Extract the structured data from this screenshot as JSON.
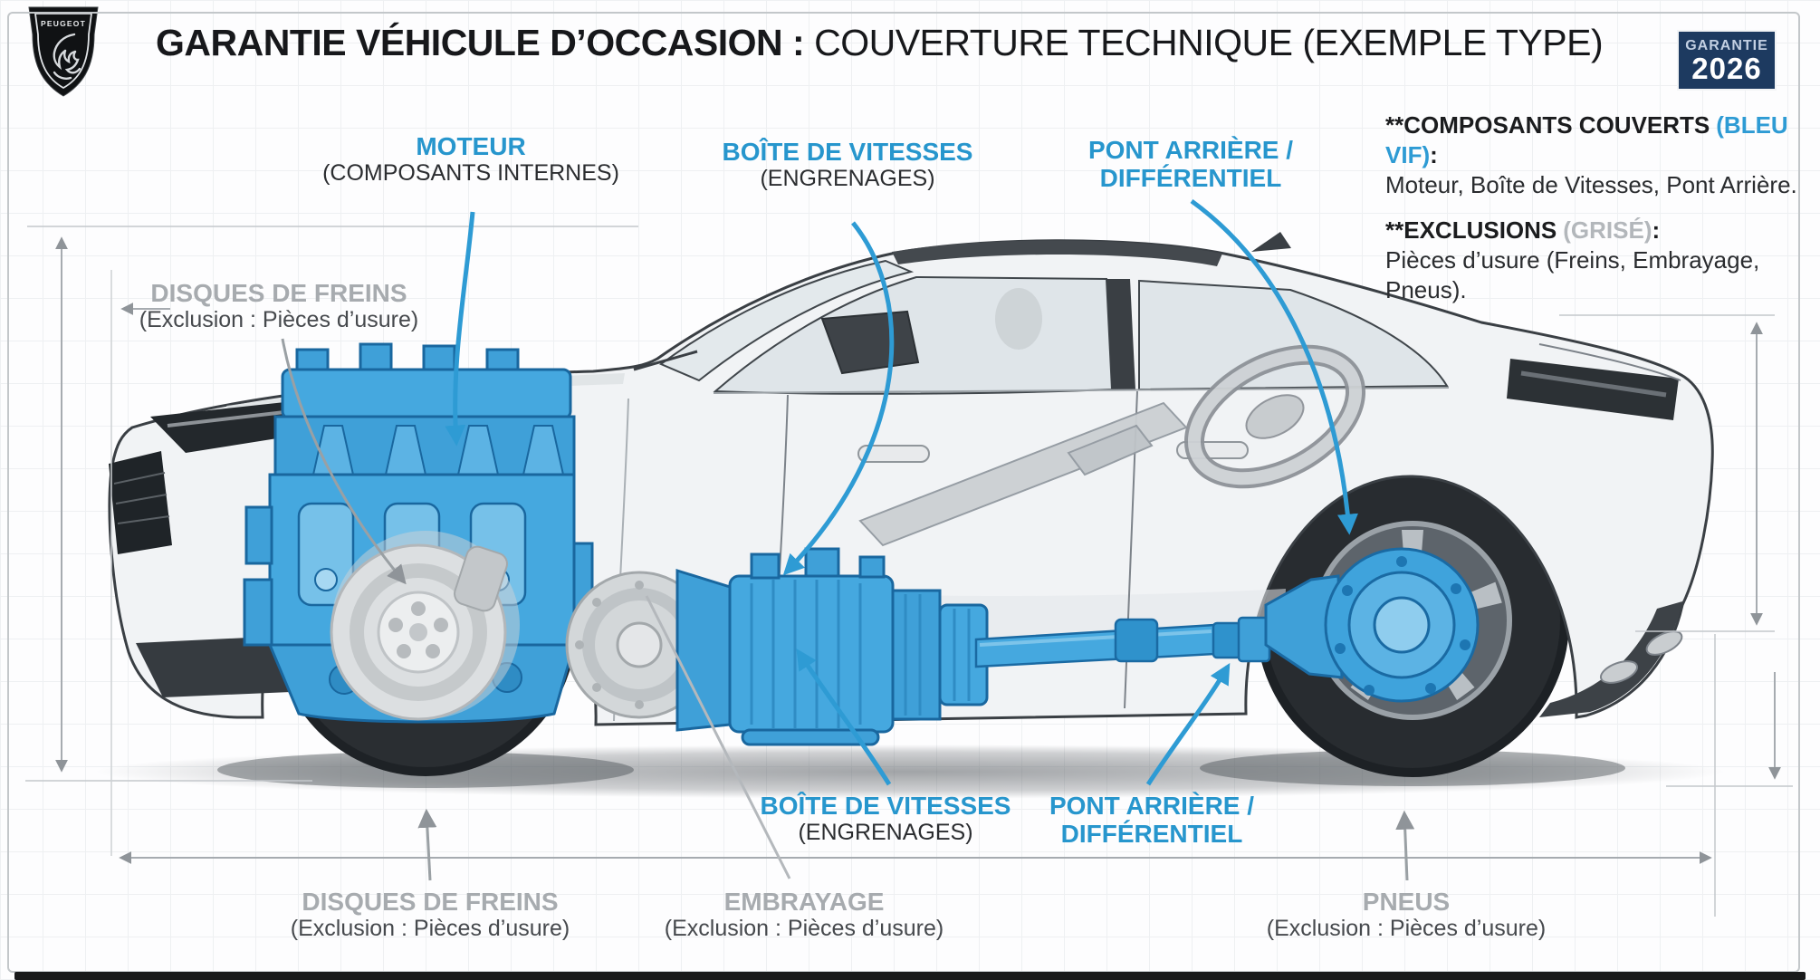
{
  "header": {
    "brand": "PEUGEOT",
    "title_strong": "GARANTIE VÉHICULE D’OCCASION :",
    "title_rest": " COUVERTURE TECHNIQUE (EXEMPLE TYPE)",
    "badge": {
      "top": "GARANTIE",
      "year": "2026"
    }
  },
  "legend": {
    "covered": {
      "prefix": "**COMPOSANTS COUVERTS",
      "highlight": "(BLEU VIF)",
      "suffix": ":",
      "items": "Moteur, Boîte de Vitesses, Pont Arrière."
    },
    "excluded": {
      "prefix": "**EXCLUSIONS",
      "highlight": "(GRISÉ)",
      "suffix": ":",
      "items": "Pièces d’usure (Freins, Embrayage, Pneus)."
    }
  },
  "callouts": {
    "engine_top": {
      "title": "MOTEUR",
      "subtitle": "(COMPOSANTS INTERNES)"
    },
    "gearbox_top": {
      "title": "BOÎTE DE VITESSES",
      "subtitle": "(ENGRENAGES)"
    },
    "rear_axle_top": {
      "title": "PONT ARRIÈRE /",
      "subtitle": "DIFFÉRENTIEL"
    },
    "brakes_top": {
      "title": "DISQUES DE FREINS",
      "subtitle": "(Exclusion : Pièces d’usure)"
    },
    "gearbox_bottom": {
      "title": "BOÎTE DE VITESSES",
      "subtitle": "(ENGRENAGES)"
    },
    "rear_axle_bottom": {
      "title": "PONT ARRIÈRE /",
      "subtitle": "DIFFÉRENTIEL"
    },
    "brakes_bottom": {
      "title": "DISQUES DE FREINS",
      "subtitle": "(Exclusion : Pièces d’usure)"
    },
    "clutch_bottom": {
      "title": "EMBRAYAGE",
      "subtitle": "(Exclusion : Pièces d’usure)"
    },
    "tires_bottom": {
      "title": "PNEUS",
      "subtitle": "(Exclusion : Pièces d’usure)"
    }
  },
  "colors": {
    "covered_blue": "#2e9bd4",
    "component_blue": "#45a8df",
    "excluded_grey": "#a7abaf",
    "badge_navy": "#1d3a60",
    "title_text": "#17181b"
  }
}
